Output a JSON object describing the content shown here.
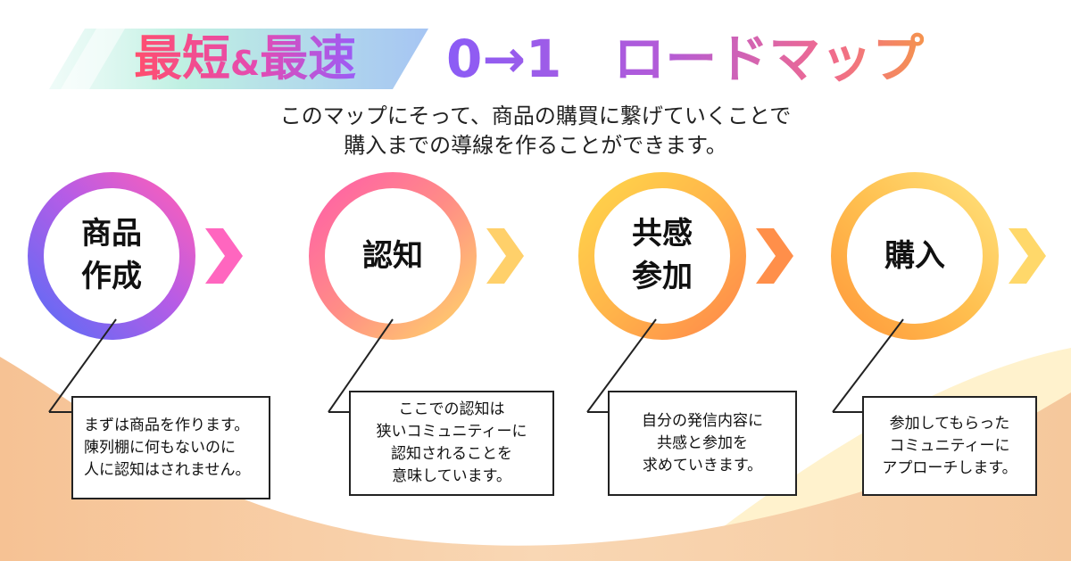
{
  "title": {
    "part1": "最短",
    "amp": "&",
    "part2": "最速",
    "roadmap": "0→1　ロードマップ"
  },
  "subtitle": {
    "line1": "このマップにそって、商品の購買に繋げていくことで",
    "line2": "購入までの導線を作ることができます。"
  },
  "steps": [
    {
      "label_line1": "商品",
      "label_line2": "作成",
      "desc_line1": "まずは商品を作ります。",
      "desc_line2": "陳列棚に何もないのに",
      "desc_line3": "人に認知はされません。",
      "desc_line4": ""
    },
    {
      "label_line1": "認知",
      "label_line2": "",
      "desc_line1": "ここでの認知は",
      "desc_line2": "狭いコミュニティーに",
      "desc_line3": "認知されることを",
      "desc_line4": "意味しています。"
    },
    {
      "label_line1": "共感",
      "label_line2": "参加",
      "desc_line1": "自分の発信内容に",
      "desc_line2": "共感と参加を",
      "desc_line3": "求めていきます。",
      "desc_line4": ""
    },
    {
      "label_line1": "購入",
      "label_line2": "",
      "desc_line1": "参加してもらった",
      "desc_line2": "コミュニティーに",
      "desc_line3": "アプローチします。",
      "desc_line4": ""
    }
  ],
  "colors": {
    "step1": [
      "#5b6cf6",
      "#b65ce6",
      "#ff5fb8"
    ],
    "step2": [
      "#ff5fa8",
      "#ff8a7a",
      "#ffd26a"
    ],
    "step3": [
      "#ffd54a",
      "#ffb24a",
      "#ff8a4a"
    ],
    "step4": [
      "#ff9a3c",
      "#ffc04a",
      "#ffd86a"
    ],
    "wave_bottom": "#f6c79d",
    "wave_right": "#fff0c9",
    "title_band_start": "#c8f2e8",
    "title_band_end": "#a8c9f2"
  }
}
